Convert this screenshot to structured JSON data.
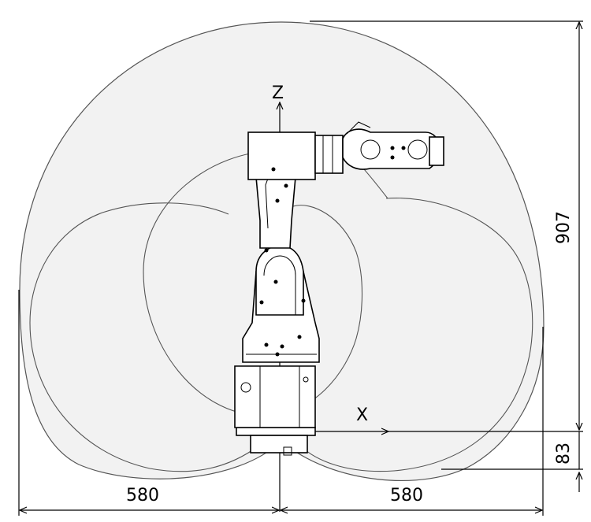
{
  "diagram": {
    "axes": {
      "z_label": "Z",
      "x_label": "X"
    },
    "dimensions": {
      "left_reach": "580",
      "right_reach": "580",
      "height": "907",
      "base_offset": "83"
    },
    "colors": {
      "envelope_fill": "#f2f2f2",
      "line": "#555555",
      "robot_line": "#000000"
    }
  }
}
